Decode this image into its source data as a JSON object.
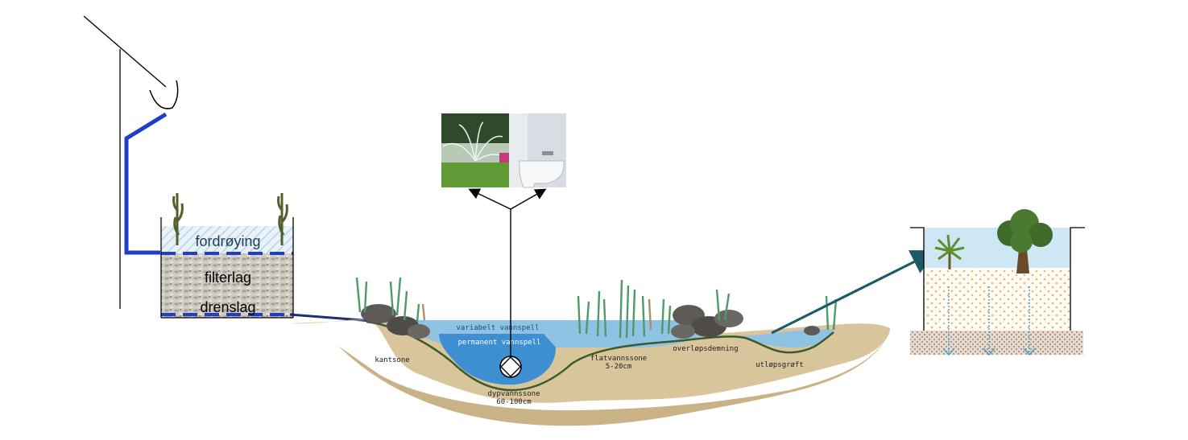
{
  "planter": {
    "layer_labels": [
      "fordrøying",
      "filterlag",
      "drenslag"
    ]
  },
  "pond": {
    "water_labels": [
      "variabelt vannspell",
      "permanent vannspell"
    ],
    "zone_labels": {
      "edge": "kantsone",
      "deep_name": "dypvannssone",
      "deep_depth": "60-100cm",
      "shallow_name": "flatvannssone",
      "shallow_depth": "5-20cm",
      "overflow": "overløpsdemning",
      "outlet": "utløpsgrøft"
    }
  },
  "colors": {
    "pipe_blue": "#1f3fc8",
    "teal_arrow": "#1e5a66",
    "water_light": "#8fc3e3",
    "water_deep": "#3d8fd1",
    "soil": "#d9c59b",
    "label_blue": "#1d3e5a"
  }
}
